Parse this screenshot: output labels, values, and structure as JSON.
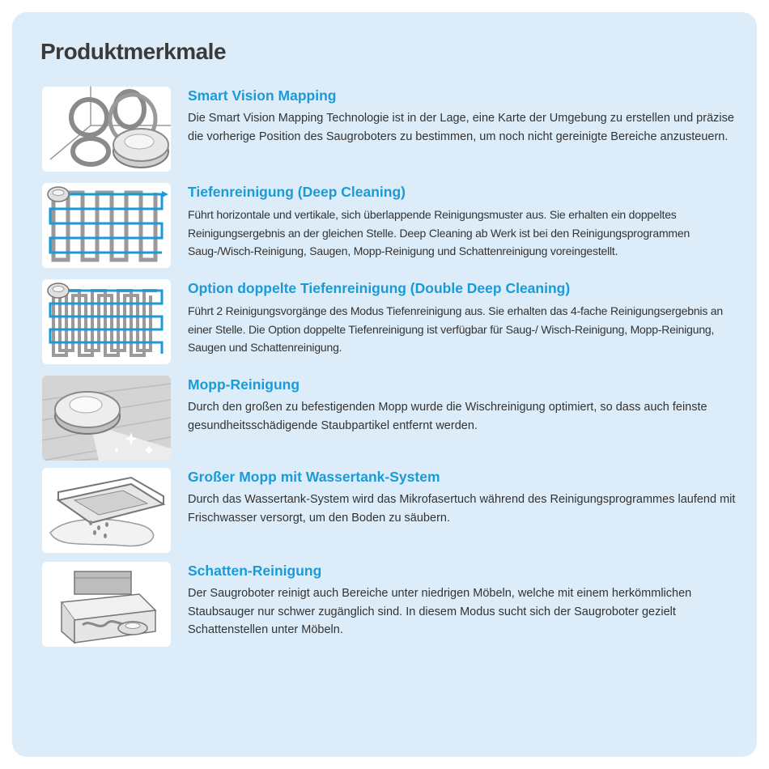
{
  "page": {
    "title": "Produktmerkmale"
  },
  "features": [
    {
      "title": "Smart Vision Mapping",
      "description": "Die Smart Vision Mapping Technologie ist in der Lage, eine Karte der Umgebung zu erstellen und präzise die vorherige Position des Saugroboters zu bestimmen, um noch nicht gereinigte Bereiche anzusteuern.",
      "icon": "robot-mapping-icon"
    },
    {
      "title": "Tiefenreinigung (Deep Cleaning)",
      "description": "Führt horizontale und vertikale, sich überlappende Reinigungsmuster aus. Sie erhalten ein doppeltes Reinigungsergebnis an der gleichen Stelle. Deep Cleaning ab Werk ist bei den Reinigungsprogrammen Saug-/Wisch-Reinigung, Saugen, Mopp-Reinigung und Schattenreinigung voreingestellt.",
      "icon": "deep-cleaning-pattern-icon"
    },
    {
      "title": "Option doppelte Tiefenreinigung (Double Deep Cleaning)",
      "description": "Führt 2 Reinigungsvorgänge des Modus Tiefenreinigung aus. Sie erhalten das 4-fache Reinigungsergebnis an einer Stelle. Die Option doppelte Tiefenreinigung ist verfügbar für Saug-/ Wisch-Reinigung, Mopp-Reinigung, Saugen und Schattenreinigung.",
      "icon": "double-deep-cleaning-pattern-icon"
    },
    {
      "title": "Mopp-Reinigung",
      "description": "Durch den großen zu befestigenden Mopp wurde die Wischreinigung optimiert, so dass auch feinste gesundheitsschädigende Staubpartikel entfernt werden.",
      "icon": "robot-mopping-floor-icon"
    },
    {
      "title": "Großer Mopp mit Wassertank-System",
      "description": "Durch das Wassertank-System wird das Mikrofasertuch während des Reinigungsprogrammes laufend mit Frischwasser versorgt, um den Boden zu säubern.",
      "icon": "water-tank-mop-icon"
    },
    {
      "title": "Schatten-Reinigung",
      "description": "Der Saugroboter reinigt auch Bereiche unter niedrigen Möbeln, welche mit einem herkömmlichen Staubsauger nur schwer zugänglich sind. In diesem Modus sucht sich der Saugroboter gezielt Schattenstellen unter Möbeln.",
      "icon": "robot-under-bed-icon"
    }
  ],
  "colors": {
    "panel_background": "#dcecf8",
    "title_color": "#3a3a3a",
    "feature_title_color": "#1a9bd7",
    "body_text_color": "#333333",
    "path_blue": "#1a9bd7"
  }
}
